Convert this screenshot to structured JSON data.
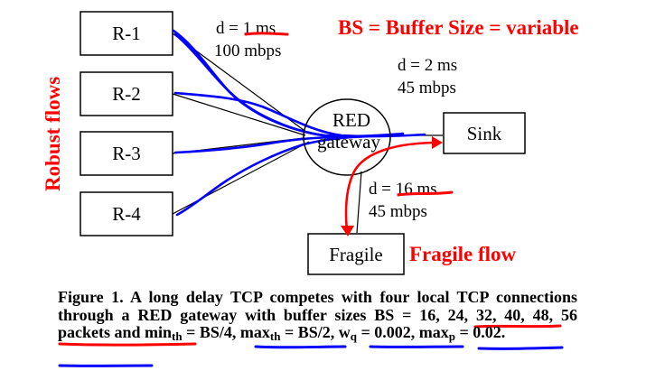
{
  "nodes": {
    "r1": "R-1",
    "r2": "R-2",
    "r3": "R-3",
    "r4": "R-4",
    "red_gateway_line1": "RED",
    "red_gateway_line2": "gateway",
    "sink": "Sink",
    "fragile": "Fragile"
  },
  "links": {
    "robust_delay": "d = 1 ms",
    "robust_bw": "100 mbps",
    "sink_delay": "d = 2 ms",
    "sink_bw": "45 mbps",
    "fragile_delay": "d = 16 ms",
    "fragile_bw": "45 mbps"
  },
  "annotations": {
    "buffer_size": "BS = Buffer Size = variable",
    "robust_flows": "Robust flows",
    "fragile_flow": "Fragile flow"
  },
  "caption": {
    "part1": "Figure 1. A long delay TCP competes with four local TCP connections through a RED gateway with buffer sizes ",
    "bs_values": "BS = 16, 24, 32, 40, 48, 56 packets",
    "and": " and ",
    "min_th_prefix": "min",
    "min_th_sub": "th",
    "min_th_value": " = BS/4",
    "comma1": ", ",
    "max_th_prefix": "max",
    "max_th_sub": "th",
    "max_th_value": " = BS/2",
    "comma2": ", ",
    "wq_prefix": "w",
    "wq_sub": "q",
    "wq_value": " = 0.002",
    "comma3": ", ",
    "maxp_prefix": "max",
    "maxp_sub": "p",
    "maxp_value": " = 0.02",
    "period": "."
  },
  "colors": {
    "annotation_red": "#ff0000",
    "annotation_blue": "#0000ff",
    "ink": "#000000"
  }
}
